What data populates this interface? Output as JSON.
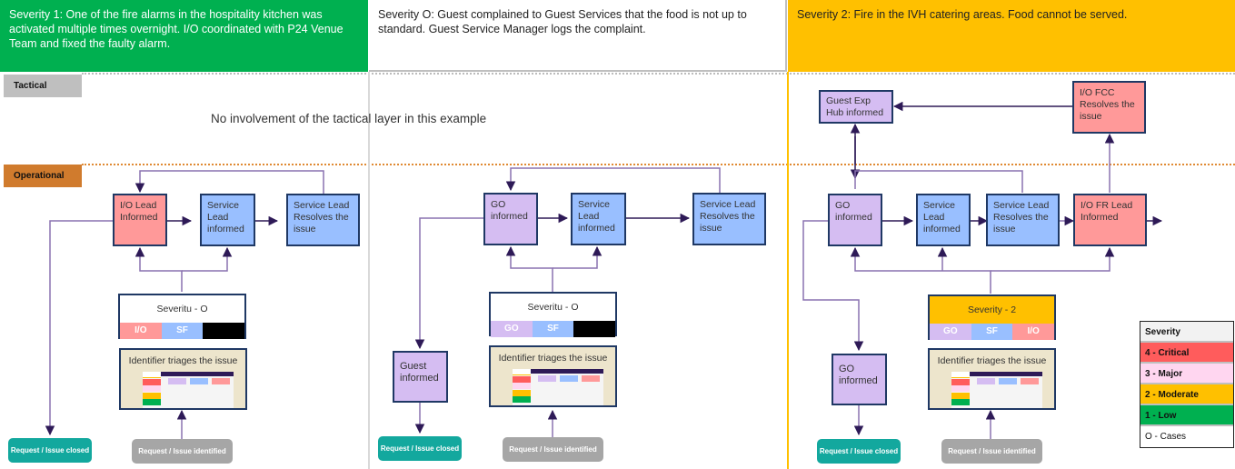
{
  "scenarios": [
    {
      "description": "Severity 1: One of the fire alarms in the hospitality kitchen was activated multiple times overnight. I/O coordinated with P24 Venue Team and fixed the faulty alarm.",
      "tactical_note": "No involvement of the tactical layer in this example",
      "flow": {
        "box_a": "I/O Lead Informed",
        "box_b": "Service Lead informed",
        "box_c": "Service Lead Resolves the issue"
      },
      "severity_box": {
        "title": "Severitu - O",
        "chips": [
          "I/O",
          "SF",
          ""
        ]
      },
      "triage": "Identifier triages the issue",
      "closed": "Request / Issue closed",
      "identified": "Request / Issue identified"
    },
    {
      "description": "Severity O: Guest complained to Guest Services that the food is not up to standard. Guest Service Manager logs the complaint.",
      "flow": {
        "box_a": "GO informed",
        "box_b": "Service Lead informed",
        "box_c": "Service Lead Resolves the issue",
        "box_side": "Guest informed"
      },
      "severity_box": {
        "title": "Severitu - O",
        "chips": [
          "GO",
          "SF",
          ""
        ]
      },
      "triage": "Identifier triages the issue",
      "closed": "Request / Issue closed",
      "identified": "Request / Issue identified"
    },
    {
      "description": "Severity 2: Fire in the IVH catering areas. Food cannot be served.",
      "tactical": {
        "box_hub": "Guest Exp Hub informed",
        "box_fcc": "I/O FCC Resolves the issue"
      },
      "flow": {
        "box_a": "GO informed",
        "box_b": "Service Lead informed",
        "box_c": "Service Lead Resolves the issue",
        "box_d": "I/O FR Lead Informed",
        "box_side": "GO informed"
      },
      "severity_box": {
        "title": "Severity - 2",
        "chips": [
          "GO",
          "SF",
          "I/O"
        ]
      },
      "triage": "Identifier triages the issue",
      "closed": "Request / Issue closed",
      "identified": "Request / Issue identified"
    }
  ],
  "layers": {
    "tactical": "Tactical",
    "operational": "Operational"
  },
  "legend": {
    "title": "Severity",
    "items": [
      {
        "label": "4 - Critical",
        "color": "#ff5c5c"
      },
      {
        "label": "3 - Major",
        "color": "#ffd6f0"
      },
      {
        "label": "2 - Moderate",
        "color": "#ffc000"
      },
      {
        "label": "1 - Low",
        "color": "#00b050"
      },
      {
        "label": "O - Cases",
        "color": "#ffffff"
      }
    ]
  },
  "colors": {
    "severity1": "#00b050",
    "severity2": "#ffc000",
    "io_box": "#ff9999",
    "service_box": "#99bfff",
    "guest_box": "#d5bdf2",
    "closed_pill": "#13a89e",
    "identified_pill": "#a6a6a6",
    "connector": "#2e1a57"
  }
}
